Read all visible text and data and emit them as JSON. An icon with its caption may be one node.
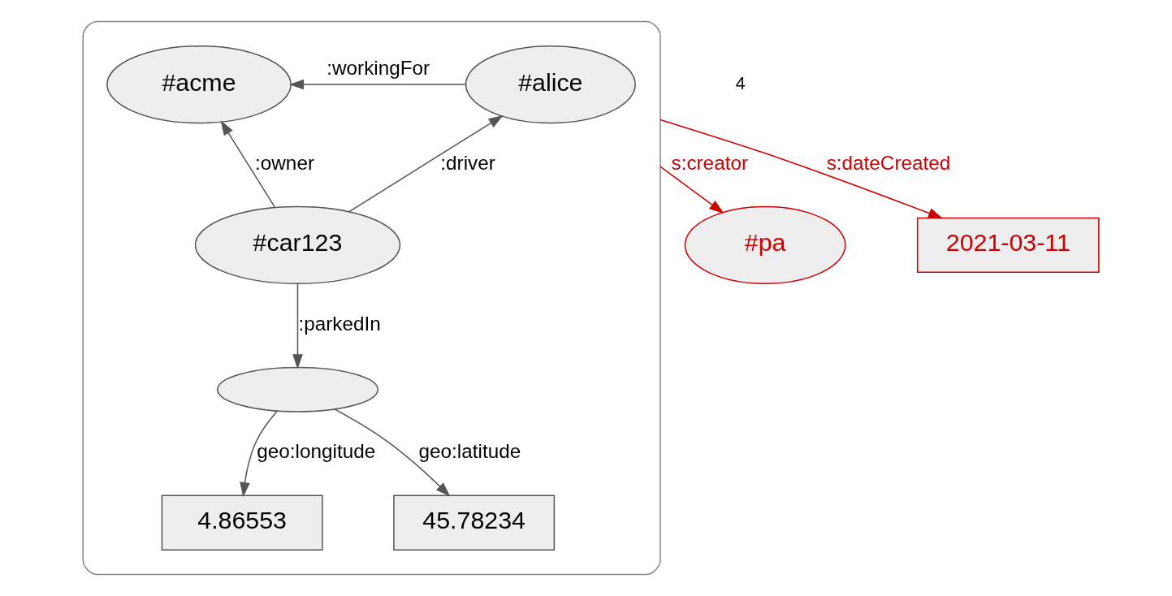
{
  "diagram": {
    "nodes": [
      {
        "text": [],
        "shape": "box"
      },
      {
        "text": [
          "#alice"
        ],
        "in": 0
      },
      {
        "text": [
          "#acme"
        ],
        "in": 0
      },
      {
        "text": [
          "#car123"
        ],
        "in": 0
      },
      {
        "text": [],
        "shape": "ellipse",
        "in": 0
      },
      {
        "text": [
          "4.86553"
        ],
        "in": 0
      },
      {
        "text": [
          "45.78234"
        ],
        "in": 0
      },
      {
        "text": [
          "#pa"
        ]
      },
      {
        "text": [
          "2021-03-11"
        ]
      }
    ],
    "edges": [
      {
        "from": 1,
        "to": 2,
        "arrow": "to",
        "label": ":workingFor"
      },
      {
        "from": 3,
        "to": 1,
        "arrow": "to",
        "label": ":driver"
      },
      {
        "from": 3,
        "to": 2,
        "arrow": "to",
        "label": ":owner"
      },
      {
        "from": 3,
        "to": 4,
        "arrow": "to",
        "label": ":parkedIn"
      },
      {
        "from": 4,
        "to": 5,
        "arrow": "to",
        "label": "geo:longitude"
      },
      {
        "from": 4,
        "to": 6,
        "arrow": "to",
        "label": "geo:latitude"
      },
      {
        "from": 0,
        "to": 7,
        "arrow": "to",
        "label": "s:creator",
        "color": "#cc0000"
      },
      {
        "from": 0,
        "to": 8,
        "arrow": "to",
        "label": "s:dateCreated",
        "color": "#cc0000"
      }
    ],
    "labels": [
      "4"
    ]
  }
}
